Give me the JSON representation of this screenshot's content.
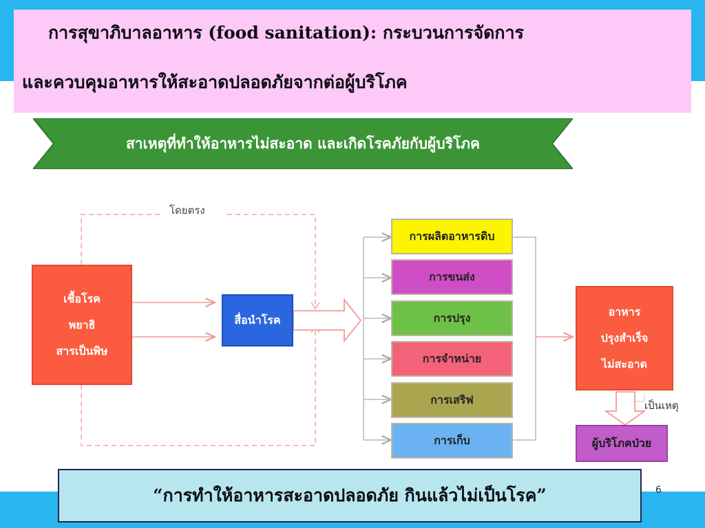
{
  "header": {
    "line1": "การสุขาภิบาลอาหาร (food sanitation):  กระบวนการจัดการ",
    "line2": "และควบคุมอาหารให้สะอาดปลอดภัยจากต่อผู้บริโภค"
  },
  "banner": {
    "text": "สาเหตุที่ทำให้อาหารไม่สะอาด  และเกิดโรคภัยกับผู้บริโภค"
  },
  "diagram": {
    "direct_label": "โดยตรง",
    "sources": [
      "เชื้อโรค",
      "พยาธิ",
      "สารเป็นพิษ"
    ],
    "vector": "สื่อนำโรค",
    "steps": [
      "การผลิตอาหารดิบ",
      "การขนส่ง",
      "การปรุง",
      "การจำหน่าย",
      "การเสริฟ",
      "การเก็บ"
    ],
    "result": [
      "อาหาร",
      "ปรุงสำเร็จ",
      "ไม่สะอาด"
    ],
    "cause_label": "เป็นเหตุ",
    "outcome": "ผู้บริโภคป่วย"
  },
  "quote": "“การทำให้อาหารสะอาดปลอดภัย กินแล้วไม่เป็นโรค”",
  "page_number": "6",
  "colors": {
    "source_box": "#fb5b3f",
    "vector_box": "#2a66e0",
    "step_colors": [
      "#fbf500",
      "#cf4ec6",
      "#6ec147",
      "#f4627a",
      "#aaa54f",
      "#6ab2f1"
    ],
    "result_box": "#fb5b3f",
    "outcome_box": "#c15cc9"
  }
}
